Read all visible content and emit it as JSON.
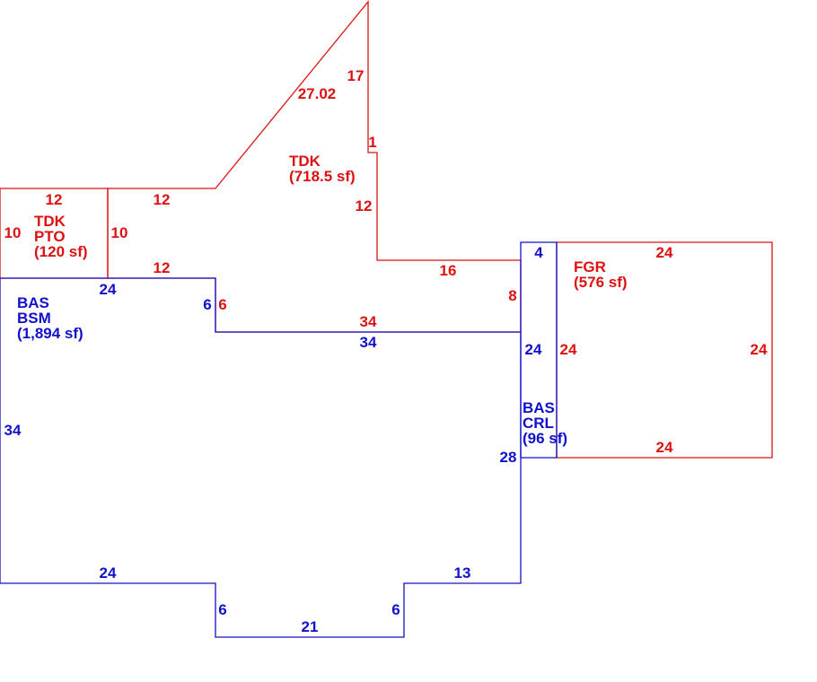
{
  "colors": {
    "deck": "#dd1111",
    "living": "#1111cc"
  },
  "areas": {
    "tdk_main": {
      "lines": [
        "TDK",
        "(718.5 sf)"
      ]
    },
    "tdk_pto": {
      "lines": [
        "TDK",
        "PTO",
        "(120 sf)"
      ]
    },
    "bas_bsm": {
      "lines": [
        "BAS",
        "BSM",
        "(1,894 sf)"
      ]
    },
    "bas_crl": {
      "lines": [
        "BAS",
        "CRL",
        "(96 sf)"
      ]
    },
    "fgr": {
      "lines": [
        "FGR",
        "(576 sf)"
      ]
    }
  },
  "dimensions": {
    "tdk_main": {
      "diagonal": "27.02",
      "right_vertical": "17",
      "step": "1",
      "inner_vertical": "12",
      "bottom_right": "16",
      "right_drop": "8",
      "bottom_long": "34",
      "left_drop": "6",
      "top_left": "12",
      "bottom_left": "12",
      "left_side": "10"
    },
    "tdk_pto": {
      "top": "12",
      "left": "10"
    },
    "bas_bsm": {
      "top": "24",
      "notch": "6",
      "inner_top": "34",
      "right_side": "28",
      "bottom_right": "13",
      "bay_right": "6",
      "bay_bottom": "21",
      "bay_left": "6",
      "bottom_left": "24",
      "left_side": "34"
    },
    "bas_crl": {
      "top": "4",
      "side": "24"
    },
    "fgr": {
      "top": "24",
      "left": "24",
      "right": "24",
      "bottom": "24"
    }
  }
}
